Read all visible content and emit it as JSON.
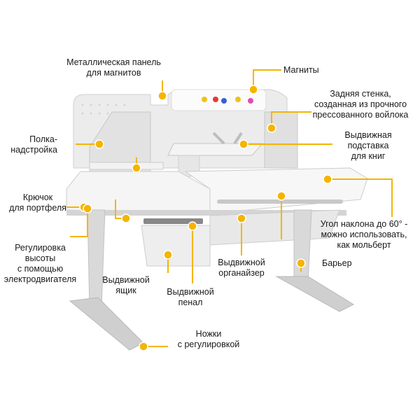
{
  "colors": {
    "accent": "#f5b400",
    "desk_light": "#f3f3f3",
    "desk_mid": "#dcdcdc",
    "desk_dark": "#9a9a9a"
  },
  "labels": {
    "magnet_panel": [
      "Металлическая панель",
      "для магнитов"
    ],
    "magnets": "Магниты",
    "back_wall": [
      "Задняя стенка,",
      "созданная из прочного",
      "прессованного войлока"
    ],
    "shelf": [
      "Полка-",
      "надстройка"
    ],
    "book_stand": [
      "Выдвижная",
      "подставка",
      "для книг"
    ],
    "hook": [
      "Крючок",
      "для портфеля"
    ],
    "tilt": [
      "Угол наклона до 60° -",
      "можно использовать,",
      "как мольберт"
    ],
    "height": [
      "Регулировка",
      "высоты",
      "с помощью",
      "электродвигателя"
    ],
    "organizer": [
      "Выдвижной",
      "органайзер"
    ],
    "barrier": "Барьер",
    "drawer": [
      "Выдвижной",
      "ящик"
    ],
    "pencil_case": [
      "Выдвижной",
      "пенал"
    ],
    "legs": [
      "Ножки",
      "с регулировкой"
    ]
  }
}
